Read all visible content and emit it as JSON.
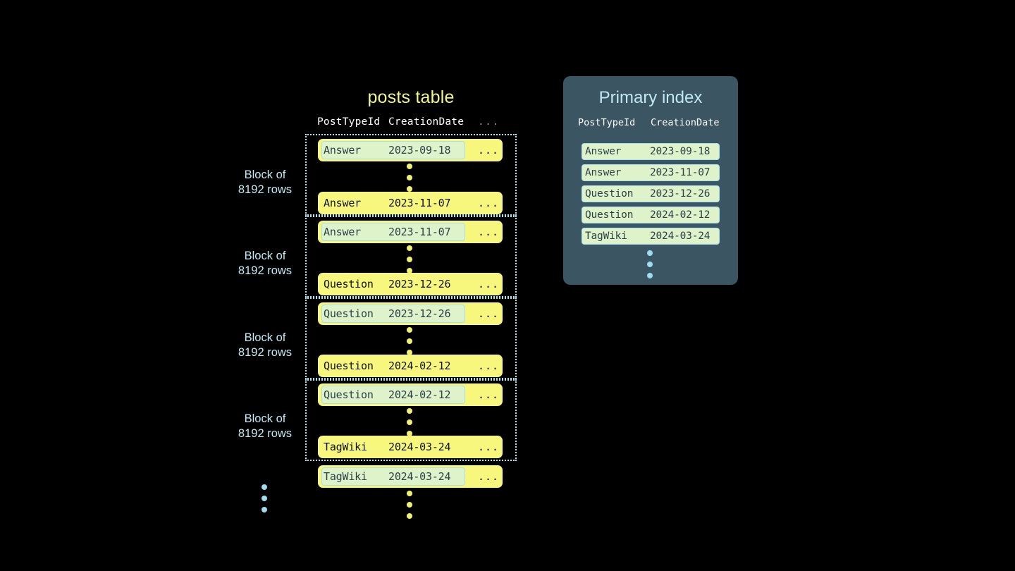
{
  "posts_table": {
    "title": "posts table",
    "columns": [
      "PostTypeId",
      "CreationDate",
      "..."
    ],
    "blocks": [
      {
        "label_line1": "Block of",
        "label_line2": "8192 rows",
        "first_row": {
          "type": "Answer",
          "date": "2023-09-18",
          "more": "...",
          "highlighted": true
        },
        "last_row": {
          "type": "Answer",
          "date": "2023-11-07",
          "more": "...",
          "highlighted": false
        }
      },
      {
        "label_line1": "Block of",
        "label_line2": "8192 rows",
        "first_row": {
          "type": "Answer",
          "date": "2023-11-07",
          "more": "...",
          "highlighted": true
        },
        "last_row": {
          "type": "Question",
          "date": "2023-12-26",
          "more": "...",
          "highlighted": false
        }
      },
      {
        "label_line1": "Block of",
        "label_line2": "8192 rows",
        "first_row": {
          "type": "Question",
          "date": "2023-12-26",
          "more": "...",
          "highlighted": true
        },
        "last_row": {
          "type": "Question",
          "date": "2024-02-12",
          "more": "...",
          "highlighted": false
        }
      },
      {
        "label_line1": "Block of",
        "label_line2": "8192 rows",
        "first_row": {
          "type": "Question",
          "date": "2024-02-12",
          "more": "...",
          "highlighted": true
        },
        "last_row": {
          "type": "TagWiki",
          "date": "2024-03-24",
          "more": "...",
          "highlighted": false
        }
      }
    ],
    "trailing_row": {
      "type": "TagWiki",
      "date": "2024-03-24",
      "more": "...",
      "highlighted": true
    }
  },
  "primary_index": {
    "title": "Primary index",
    "columns": [
      "PostTypeId",
      "CreationDate"
    ],
    "rows": [
      {
        "type": "Answer",
        "date": "2023-09-18"
      },
      {
        "type": "Answer",
        "date": "2023-11-07"
      },
      {
        "type": "Question",
        "date": "2023-12-26"
      },
      {
        "type": "Question",
        "date": "2024-02-12"
      },
      {
        "type": "TagWiki",
        "date": "2024-03-24"
      }
    ]
  },
  "colors": {
    "background": "#000000",
    "row_yellow": "#f7f77e",
    "title_yellow": "#f2f58a",
    "key_green": "#dff3cb",
    "key_border_blue": "#a8dff0",
    "block_border_blue": "#a8e4f0",
    "label_blue": "#bfeaf5",
    "panel_slate": "#3c5563",
    "panel_title_blue": "#bfe8f7",
    "dot_yellow": "#f2f169",
    "dot_blue": "#9fdcf0",
    "header_white": "#ffffff",
    "row_text_dark": "#101010",
    "key_text_slate": "#2b3f4a"
  }
}
